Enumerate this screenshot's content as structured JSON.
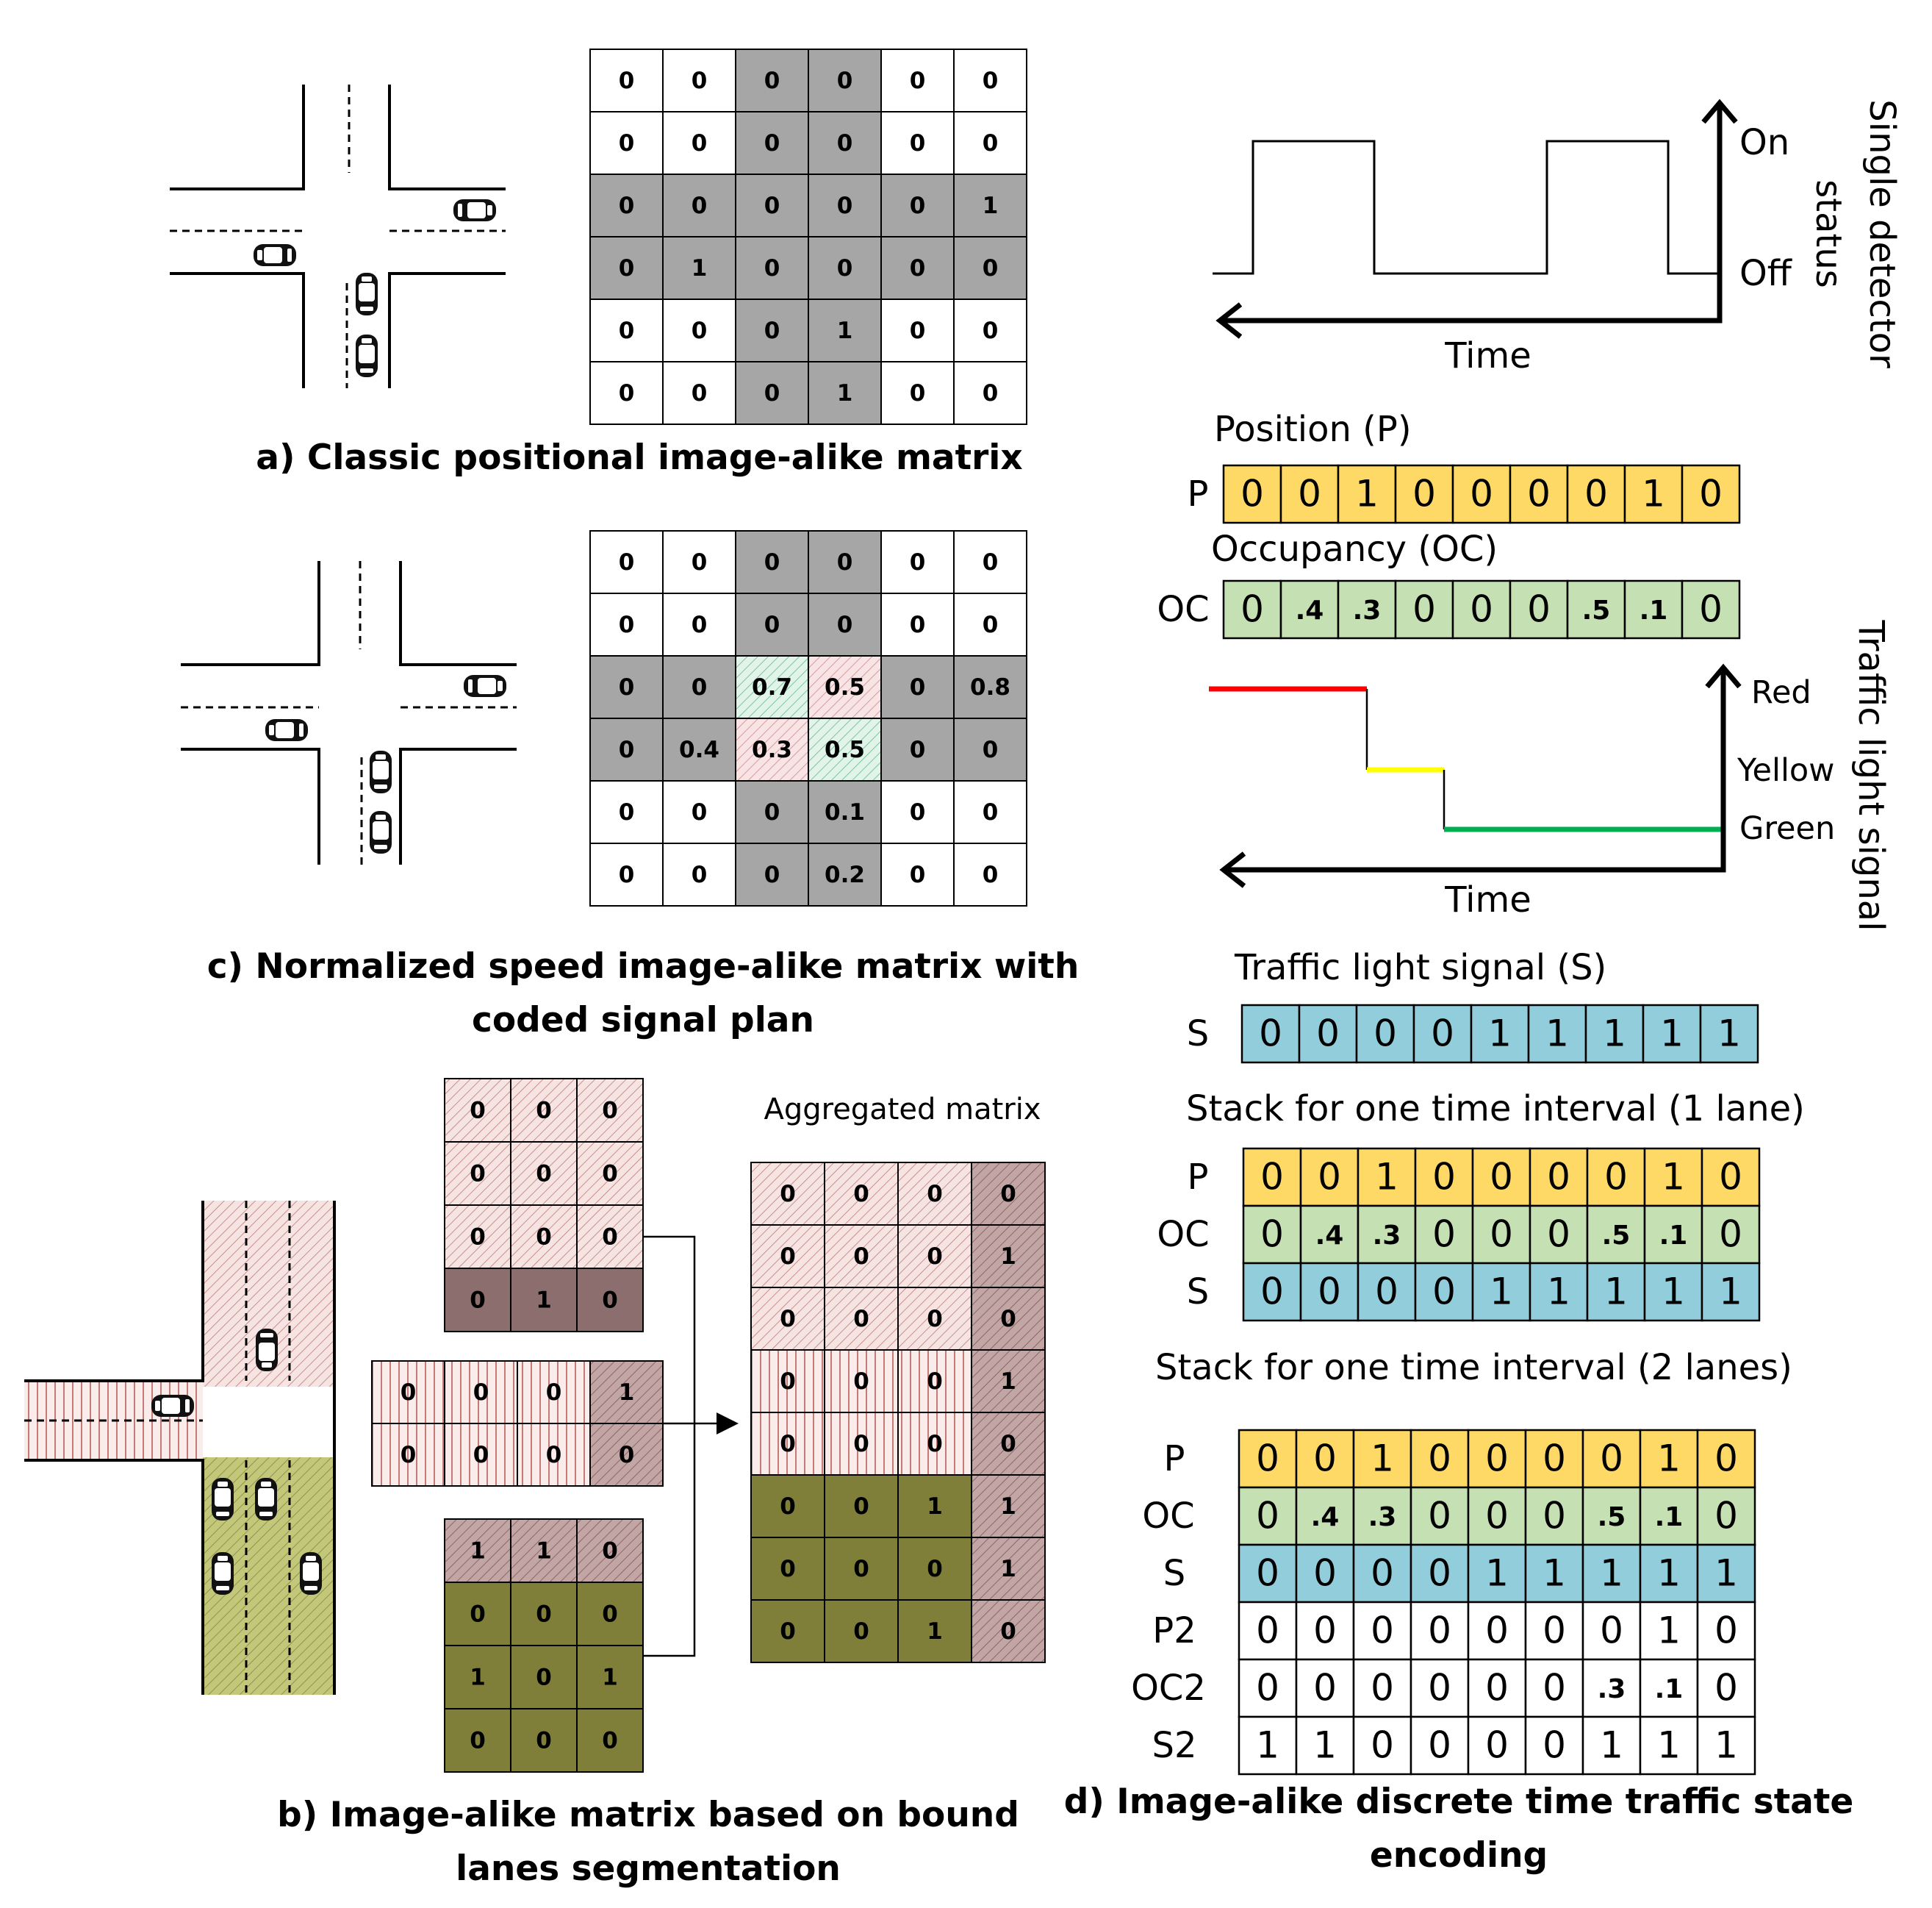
{
  "captions": {
    "a": "a) Classic positional image-alike matrix",
    "c_line1": "c) Normalized speed image-alike matrix with",
    "c_line2": "coded signal plan",
    "b_line1": "b) Image-alike matrix based on bound",
    "b_line2": "lanes segmentation",
    "d_line1": "d) Image-alike discrete time traffic state",
    "d_line2": "encoding"
  },
  "matrix_a": [
    [
      "0",
      "0",
      "0",
      "0",
      "0",
      "0"
    ],
    [
      "0",
      "0",
      "0",
      "0",
      "0",
      "0"
    ],
    [
      "0",
      "0",
      "0",
      "0",
      "0",
      "1"
    ],
    [
      "0",
      "1",
      "0",
      "0",
      "0",
      "0"
    ],
    [
      "0",
      "0",
      "0",
      "1",
      "0",
      "0"
    ],
    [
      "0",
      "0",
      "0",
      "1",
      "0",
      "0"
    ]
  ],
  "matrix_c": [
    [
      "0",
      "0",
      "0",
      "0",
      "0",
      "0"
    ],
    [
      "0",
      "0",
      "0",
      "0",
      "0",
      "0"
    ],
    [
      "0",
      "0",
      "0.7",
      "0.5",
      "0",
      "0.8"
    ],
    [
      "0",
      "0.4",
      "0.3",
      "0.5",
      "0",
      "0"
    ],
    [
      "0",
      "0",
      "0",
      "0.1",
      "0",
      "0"
    ],
    [
      "0",
      "0",
      "0",
      "0.2",
      "0",
      "0"
    ]
  ],
  "matrix_b_north": [
    [
      "0",
      "0",
      "0"
    ],
    [
      "0",
      "0",
      "0"
    ],
    [
      "0",
      "0",
      "0"
    ],
    [
      "0",
      "1",
      "0"
    ]
  ],
  "matrix_b_west": [
    [
      "0",
      "0",
      "0",
      "1"
    ],
    [
      "0",
      "0",
      "0",
      "0"
    ]
  ],
  "matrix_b_south": [
    [
      "1",
      "1",
      "0"
    ],
    [
      "0",
      "0",
      "0"
    ],
    [
      "1",
      "0",
      "1"
    ],
    [
      "0",
      "0",
      "0"
    ]
  ],
  "matrix_b_aggregated": [
    [
      "0",
      "0",
      "0",
      "0"
    ],
    [
      "0",
      "0",
      "0",
      "1"
    ],
    [
      "0",
      "0",
      "0",
      "0"
    ],
    [
      "0",
      "0",
      "0",
      "1"
    ],
    [
      "0",
      "0",
      "0",
      "0"
    ],
    [
      "0",
      "0",
      "1",
      "1"
    ],
    [
      "0",
      "0",
      "0",
      "1"
    ],
    [
      "0",
      "0",
      "1",
      "0"
    ]
  ],
  "aggregated_title": "Aggregated matrix",
  "detector": {
    "on": "On",
    "off": "Off",
    "time": "Time",
    "axis_line1": "Single detector",
    "axis_line2": "status"
  },
  "signal": {
    "red": "Red",
    "yellow": "Yellow",
    "green": "Green",
    "time": "Time",
    "axis": "Traffic light signal"
  },
  "encoding": {
    "position_title": "Position (P)",
    "occupancy_title": "Occupancy (OC)",
    "signal_title": "Traffic light signal (S)",
    "stack1_title": "Stack for one time interval (1 lane)",
    "stack2_title": "Stack for one time interval (2 lanes)",
    "P": [
      "0",
      "0",
      "1",
      "0",
      "0",
      "0",
      "0",
      "1",
      "0"
    ],
    "OC": [
      "0",
      ".4",
      ".3",
      "0",
      "0",
      "0",
      ".5",
      ".1",
      "0"
    ],
    "S": [
      "0",
      "0",
      "0",
      "0",
      "1",
      "1",
      "1",
      "1",
      "1"
    ],
    "P2": [
      "0",
      "0",
      "0",
      "0",
      "0",
      "0",
      "0",
      "1",
      "0"
    ],
    "OC2": [
      "0",
      "0",
      "0",
      "0",
      "0",
      "0",
      ".3",
      ".1",
      "0"
    ],
    "S2": [
      "1",
      "1",
      "0",
      "0",
      "0",
      "0",
      "1",
      "1",
      "1"
    ],
    "labels": {
      "P": "P",
      "OC": "OC",
      "S": "S",
      "P2": "P2",
      "OC2": "OC2",
      "S2": "S2"
    }
  },
  "colors": {
    "gray": "#a6a6a6",
    "P": "#ffd966",
    "OC": "#c5e0b3",
    "S": "#92cddc",
    "red": "#ff0000",
    "yellow": "#ffff00",
    "green": "#00b050",
    "olive": "#7f7f3a",
    "mauve": "#8c6e6e",
    "pink": "#f2dcdb"
  }
}
